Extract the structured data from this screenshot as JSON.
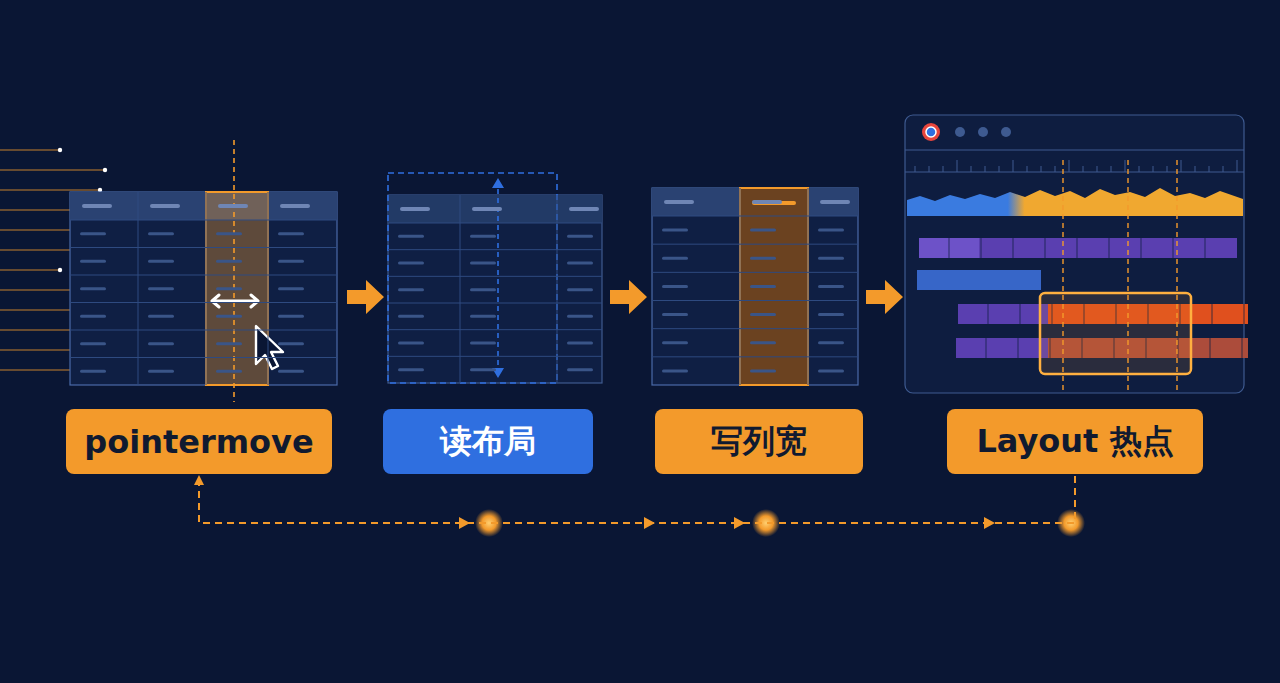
{
  "diagram": {
    "nodes": [
      {
        "text": [
          "pointermove"
        ]
      },
      {
        "text": [
          "读布局"
        ]
      },
      {
        "text": [
          "写列宽"
        ]
      },
      {
        "text": [
          "Layout 热点"
        ]
      }
    ],
    "edges": [
      {
        "from": 3,
        "to": 0,
        "arrow": "to"
      }
    ]
  }
}
